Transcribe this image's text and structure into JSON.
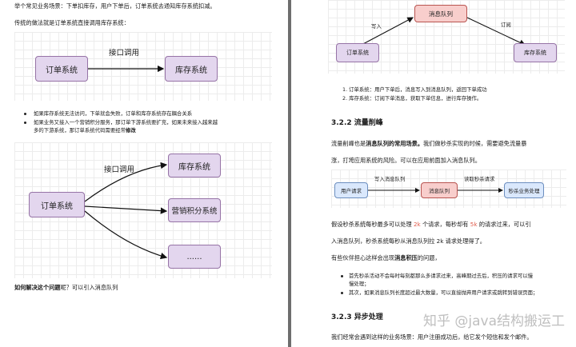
{
  "left": {
    "intro": "举个常见业务场景：下单扣库存，用户下单后，订单系统去通知库存系统扣减。",
    "traditional": "传统的做法就是订单系统直接调用库存系统：",
    "diagram1": {
      "order": "订单系统",
      "call": "接口调用",
      "stock": "库存系统"
    },
    "bullet1": "如果库存系统无法访问，下单就会失败，订单和库存系统存在耦合关系",
    "bullet2_line1": "如果业务又接入一个营销积分服务，那订单下游系统要扩充，如果未来接入越来越",
    "bullet2_line2_normal": "多的下游系统，那订单系统代码需要经常",
    "bullet2_line2_bold": "修改",
    "diagram2": {
      "order": "订单系统",
      "call": "接口调用",
      "stock": "库存系统",
      "points": "营销积分系统",
      "more": "......"
    },
    "question_bold": "如何解决这个问题",
    "question_rest": "呢？可以引入消息队列"
  },
  "right": {
    "diagram3": {
      "queue": "消息队列",
      "write": "写入",
      "subscribe": "订阅",
      "order": "订单系统",
      "stock": "库存系统"
    },
    "item1": "1.  订单系统：用户下单后，消息写入到消息队列，返回下单成功",
    "item2": "2.  库存系统：订阅下单消息，获取下单信息，进行库存操作。",
    "section_322": "3.2.2 流量削峰",
    "p1_normal1": "流量削峰也是",
    "p1_bold": "消息队列的常用场景。",
    "p1_normal2": "我们做秒杀实现的时候，需要避免流量暴",
    "p1_line2": "涨，打垮应用系统的风险。可以在应用前面加入消息队列。",
    "diagram4": {
      "user": "用户请求",
      "write": "写入消息队列",
      "queue": "消息队列",
      "read": "读取秒杀请求",
      "seckill": "秒杀业务处理"
    },
    "p2_a": "假设秒杀系统每秒最多可以处理",
    "p2_red1": "2k",
    "p2_b": "个请求，每秒却有",
    "p2_red2": "5k",
    "p2_c": "的请求过来，可以引",
    "p2_line2": "入消息队列，秒杀系统每秒从消息队列拉 2k 请求处理得了。",
    "p3_normal": "有些伙伴担心这样会出现",
    "p3_bold": "消息积压",
    "p3_rest": "的问题，",
    "b1_line1": "首先秒杀活动不会每时每刻都那么多请求过来，高峰期过去后，积压的请求可以慢",
    "b1_line2": "慢处理；",
    "b2": "其次，如果消息队列长度超过最大数量，可以直接抛弃用户请求或跳转到错误页面；",
    "section_323": "3.2.3 异步处理",
    "p4": "我们经常会遇到这样的业务场景：用户注册成功后，给它发个短信和发个邮件。"
  },
  "watermark": "知乎 @java结构搬运工"
}
